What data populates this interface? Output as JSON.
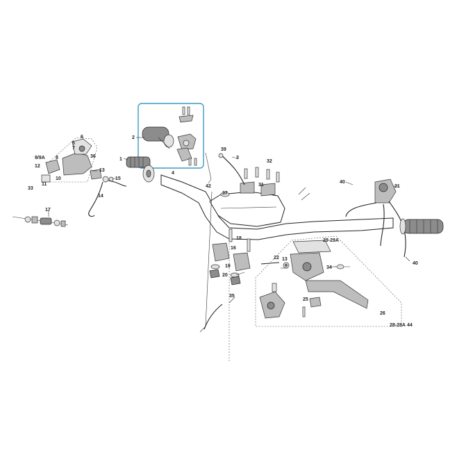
{
  "diagram": {
    "highlight_color": "#3a9cc3",
    "labels": {
      "l1": "1",
      "l2": "2",
      "l3": "3",
      "l4": "4",
      "l5": "5",
      "l6": "6",
      "l7": "7",
      "l8": "8",
      "l9": "9/9A",
      "l10": "10",
      "l11": "11",
      "l12": "12",
      "l13": "13",
      "l14": "14",
      "l15": "15",
      "l16": "16",
      "l17": "17",
      "l18": "18",
      "l19": "19",
      "l20": "20",
      "l21": "21",
      "l22": "22",
      "l13b": "13",
      "l25": "25",
      "l26": "26",
      "l2829": "29-29A",
      "l2828": "28-28A",
      "l44": "44",
      "l31": "31",
      "l32": "32",
      "l33": "33",
      "l34": "34",
      "l35": "35",
      "l36": "36",
      "l37": "37",
      "l39": "39",
      "l40a": "40",
      "l40b": "40",
      "l42": "42"
    }
  }
}
